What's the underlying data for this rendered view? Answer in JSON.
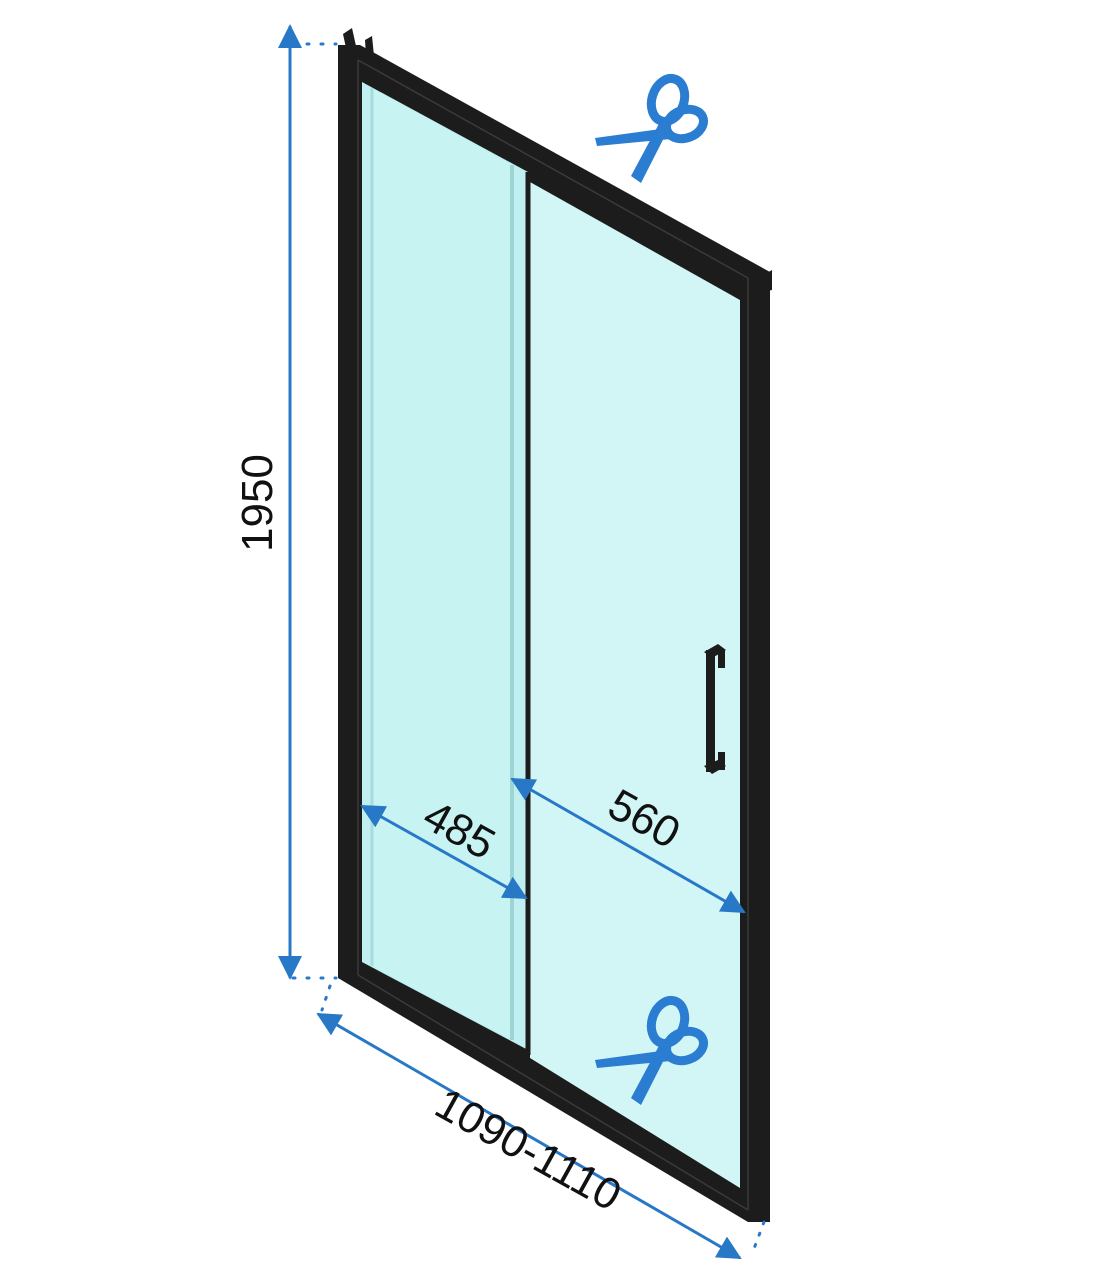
{
  "diagram": {
    "subject": "sliding shower door with black frame",
    "colors": {
      "frame": "#1c1c1c",
      "glass_fixed": "#bfeff0",
      "glass_door": "#d2f6f6",
      "dimension_line": "#2878c8",
      "scissors_icon": "#2a7dd1",
      "label_text": "#111111",
      "background": "#ffffff"
    },
    "dimensions": {
      "height": "1950",
      "fixed_panel_width": "485",
      "door_panel_width": "560",
      "total_width": "1090-1110"
    },
    "icons": {
      "top": "scissors-icon",
      "bottom": "scissors-icon"
    },
    "components": [
      "frame",
      "fixed-glass-panel",
      "sliding-door-panel",
      "door-handle"
    ]
  }
}
